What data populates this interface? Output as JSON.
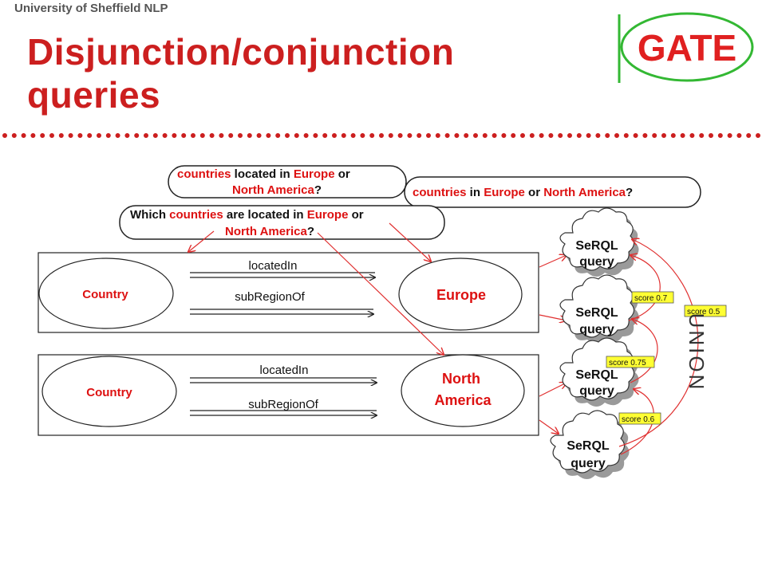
{
  "header": {
    "org": "University of Sheffield NLP"
  },
  "title": {
    "line1": "Disjunction/conjunction",
    "line2": "queries"
  },
  "logo": {
    "text": "GATE"
  },
  "colors": {
    "accent": "#cc1f1f",
    "logo_ring": "#33b833",
    "score_fill": "#ffff33",
    "cloud_shadow": "#9a9a9a"
  },
  "questions": {
    "q1": {
      "w1": "countries",
      "w2": " located in ",
      "w3": "Europe",
      "w4": " or",
      "w5": "North America",
      "w6": "?"
    },
    "q2": {
      "w1": "countries",
      "w2": " in ",
      "w3": "Europe",
      "w4": " or ",
      "w5": "North America",
      "w6": "?"
    },
    "q3": {
      "w1": "Which ",
      "w2": "countries",
      "w3": " are located in ",
      "w4": "Europe",
      "w5": " or",
      "w6": "North America",
      "w7": "?"
    }
  },
  "graphs": {
    "top": {
      "subject": "Country",
      "rel1": "locatedIn",
      "rel2": "subRegionOf",
      "object": "Europe"
    },
    "bottom": {
      "subject": "Country",
      "rel1": "locatedIn",
      "rel2": "subRegionOf",
      "object_line1": "North",
      "object_line2": "America"
    }
  },
  "queries": [
    {
      "line1": "SeRQL",
      "line2": "query"
    },
    {
      "line1": "SeRQL",
      "line2": "query"
    },
    {
      "line1": "SeRQL",
      "line2": "query"
    },
    {
      "line1": "SeRQL",
      "line2": "query"
    }
  ],
  "scores": {
    "s1": "score 0.7",
    "s2": "score 0.5",
    "s3": "score 0.75",
    "s4": "score 0.6"
  },
  "union_label": "UNION"
}
